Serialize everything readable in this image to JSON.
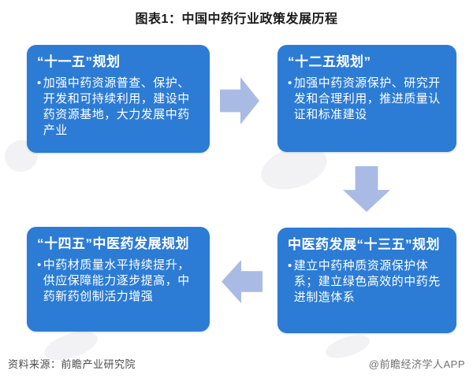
{
  "page_title": "图表1：中国中药行业政策发展历程",
  "bullet_char": "•",
  "boxes": [
    {
      "title": "“十一五”规划",
      "body": "加强中药资源普查、保护、开发和可持续利用，建设中药资源基地，大力发展中药产业"
    },
    {
      "title": "“十二五规划”",
      "body": "加强中药资源保护、研究开发和合理利用，推进质量认证和标准建设"
    },
    {
      "title": "中医药发展“十三五”规划",
      "body": "建立中药种质资源保护体系；建立绿色高效的中药先进制造体系"
    },
    {
      "title": "“十四五”中医药发展规划",
      "body": "中药材质量水平持续提升，供应保障能力逐步提高，中药新药创制活力增强"
    }
  ],
  "arrows": [
    {
      "direction": "right"
    },
    {
      "direction": "down"
    },
    {
      "direction": "left"
    }
  ],
  "footer": {
    "source": "资料来源：前瞻产业研究院",
    "credit": "@前瞻经济学人APP"
  },
  "colors": {
    "box_fill": "#2C7CD6",
    "box_text": "#FFFFFF",
    "arrow_fill": "#A9BBE5",
    "title_text": "#1A1A1A",
    "source_text": "#4D4D4D",
    "credit_text": "#707070"
  }
}
